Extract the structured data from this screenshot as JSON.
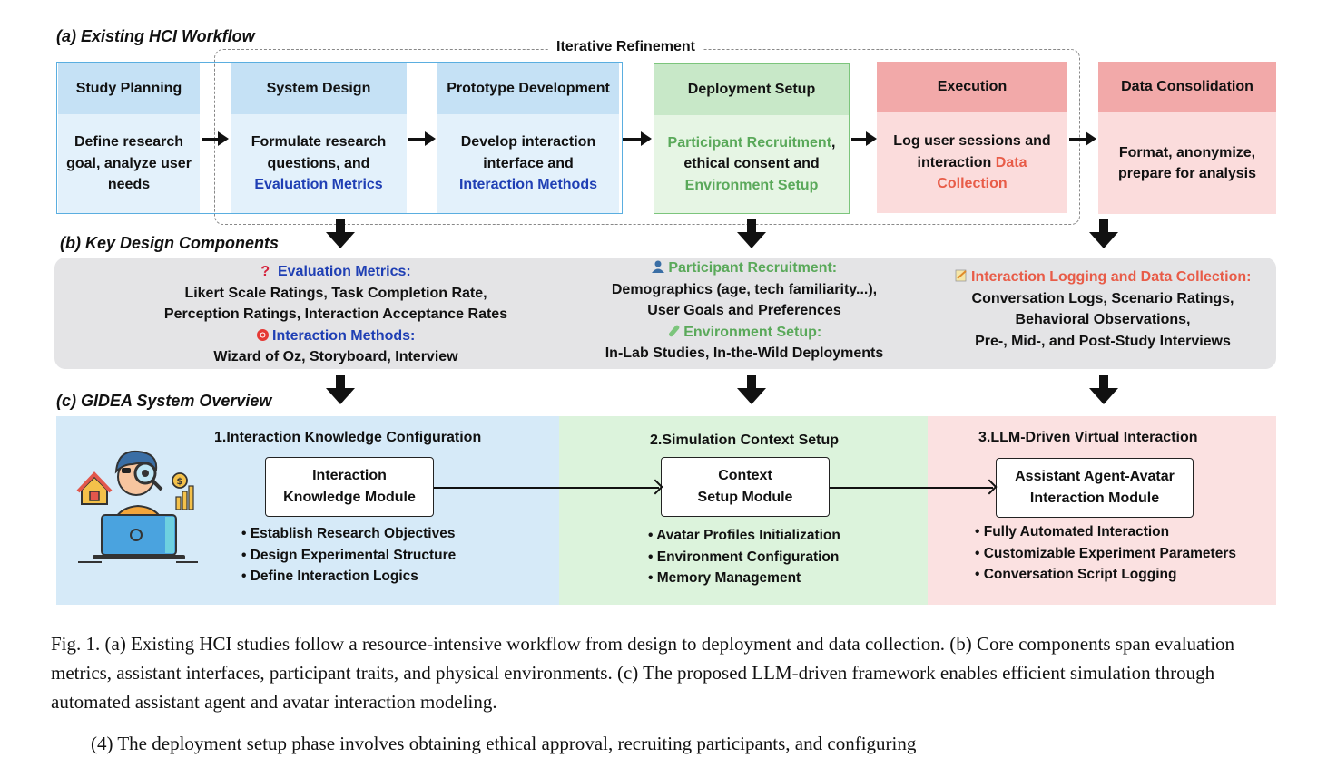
{
  "section_a": {
    "title": "(a) Existing HCI Workflow",
    "iterative_label": "Iterative Refinement",
    "steps": [
      {
        "header": "Study Planning",
        "body": "Define research goal, analyze user needs"
      },
      {
        "header": "System Design",
        "body_pre": "Formulate research questions, and",
        "body_hl": "Evaluation Metrics"
      },
      {
        "header": "Prototype Development",
        "body_pre": "Develop interaction interface and",
        "body_hl": "Interaction Methods"
      },
      {
        "header": "Deployment Setup",
        "body_hl1": "Participant Recruitment",
        "body_mid": ", ethical consent and",
        "body_hl2": "Environment Setup"
      },
      {
        "header": "Execution",
        "body_pre": "Log user sessions and interaction",
        "body_hl": "Data Collection"
      },
      {
        "header": "Data Consolidation",
        "body": "Format, anonymize, prepare for analysis"
      }
    ]
  },
  "section_b": {
    "title": "(b) Key Design Components",
    "col1": {
      "icon1": "question-icon",
      "heading1": "Evaluation Metrics:",
      "line1": "Likert Scale Ratings, Task Completion Rate,",
      "line2": "Perception Ratings, Interaction Acceptance Rates",
      "icon2": "target-icon",
      "heading2": "Interaction Methods:",
      "line3": "Wizard of Oz, Storyboard, Interview"
    },
    "col2": {
      "icon1": "person-icon",
      "heading1": "Participant Recruitment:",
      "line1": "Demographics (age, tech familiarity...),",
      "line2": "User Goals and Preferences",
      "icon2": "test-tube-icon",
      "heading2": "Environment Setup:",
      "line3": "In-Lab Studies, In-the-Wild Deployments"
    },
    "col3": {
      "icon1": "memo-icon",
      "heading1": "Interaction Logging and Data Collection:",
      "line1": "Conversation Logs, Scenario Ratings,",
      "line2": "Behavioral Observations,",
      "line3": "Pre-, Mid-, and Post-Study Interviews"
    }
  },
  "section_c": {
    "title": "(c) GIDEA System Overview",
    "panels": [
      {
        "title": "1.Interaction Knowledge Configuration",
        "module_line1": "Interaction",
        "module_line2": "Knowledge Module",
        "bullets": [
          "• Establish Research Objectives",
          "• Design Experimental Structure",
          "• Define Interaction Logics"
        ]
      },
      {
        "title": "2.Simulation Context Setup",
        "module_line1": "Context",
        "module_line2": "Setup Module",
        "bullets": [
          "• Avatar Profiles Initialization",
          "• Environment Configuration",
          "• Memory Management"
        ]
      },
      {
        "title": "3.LLM-Driven Virtual Interaction",
        "module_line1": "Assistant Agent-Avatar",
        "module_line2": "Interaction Module",
        "bullets": [
          "• Fully Automated Interaction",
          "• Customizable Experiment Parameters",
          "• Conversation Script Logging"
        ]
      }
    ]
  },
  "caption": {
    "text": "Fig. 1.  (a) Existing HCI studies follow a resource-intensive workflow from design to deployment and data collection. (b) Core components span evaluation metrics, assistant interfaces, participant traits, and physical environments. (c) The proposed LLM-driven framework enables efficient simulation through automated assistant agent and avatar interaction modeling.",
    "next_line": "(4)  The deployment setup phase involves obtaining ethical approval, recruiting participants, and configuring"
  },
  "colors": {
    "blue_head": "#c5e1f5",
    "blue_body": "#e3f1fb",
    "blue_border": "#5aaee0",
    "green_head": "#c8e8c8",
    "green_body": "#e6f5e4",
    "green_border": "#7cc57c",
    "red_head": "#f2a9a9",
    "red_body": "#fbdcdc",
    "panel_blue": "#d6eaf8",
    "panel_green": "#dcf3dc",
    "panel_red": "#fbe1e1",
    "gray_band": "#e4e4e6"
  }
}
